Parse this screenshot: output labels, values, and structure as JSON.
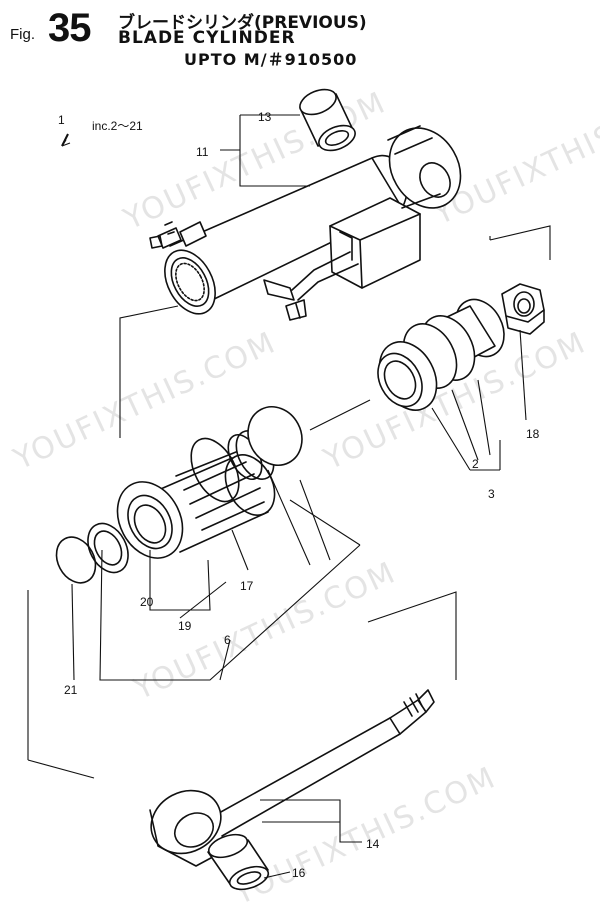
{
  "header": {
    "fig_label": "Fig.",
    "fig_number": "35",
    "title_jp": "ブレードシリンダ(PREVIOUS)",
    "title_en": "BLADE CYLINDER",
    "title_sub": "UPTO M/＃910500"
  },
  "note": {
    "item": "1",
    "text": "inc.2～21"
  },
  "callouts": {
    "c2": "2",
    "c3": "3",
    "c6": "6",
    "c11": "11",
    "c13": "13",
    "c14": "14",
    "c16": "16",
    "c17": "17",
    "c18": "18",
    "c19": "19",
    "c20": "20",
    "c21": "21"
  },
  "watermark": "YOUFIXTHIS.COM"
}
